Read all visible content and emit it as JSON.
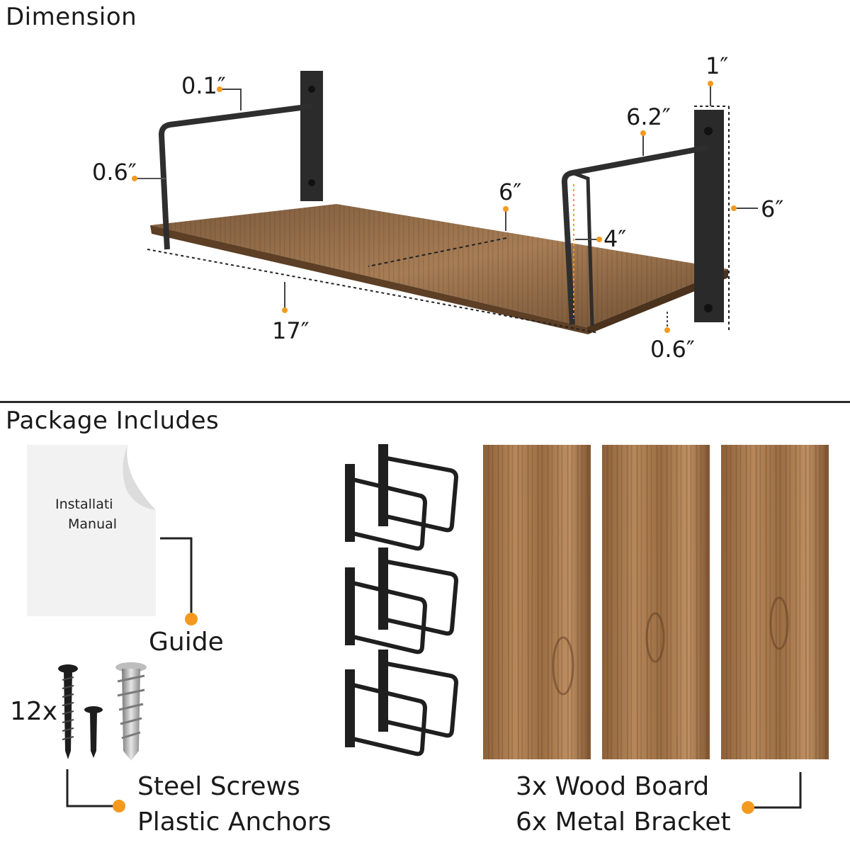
{
  "dimension_section": {
    "title": "Dimension",
    "labels": {
      "bracket_rod": "0.1″",
      "bracket_top_offset": "0.6″",
      "bracket_width": "1″",
      "bracket_depth": "6.2″",
      "shelf_depth": "6″",
      "bracket_height": "6″",
      "bracket_inner": "4″",
      "shelf_length": "17″",
      "shelf_thickness": "0.6″"
    }
  },
  "package_section": {
    "title": "Package Includes",
    "manual": {
      "line1": "Installati",
      "line2": "Manual"
    },
    "guide_label": "Guide",
    "screws_count": "12x",
    "screws_label_line1": "Steel Screws",
    "screws_label_line2": "Plastic Anchors",
    "wood_label_line1": "3x Wood Board",
    "bracket_label_line2": "6x Metal Bracket"
  },
  "colors": {
    "accent": "#f39a1e",
    "wood": "#8a6340",
    "metal": "#2e2e2e",
    "divider": "#2b2b2b"
  }
}
